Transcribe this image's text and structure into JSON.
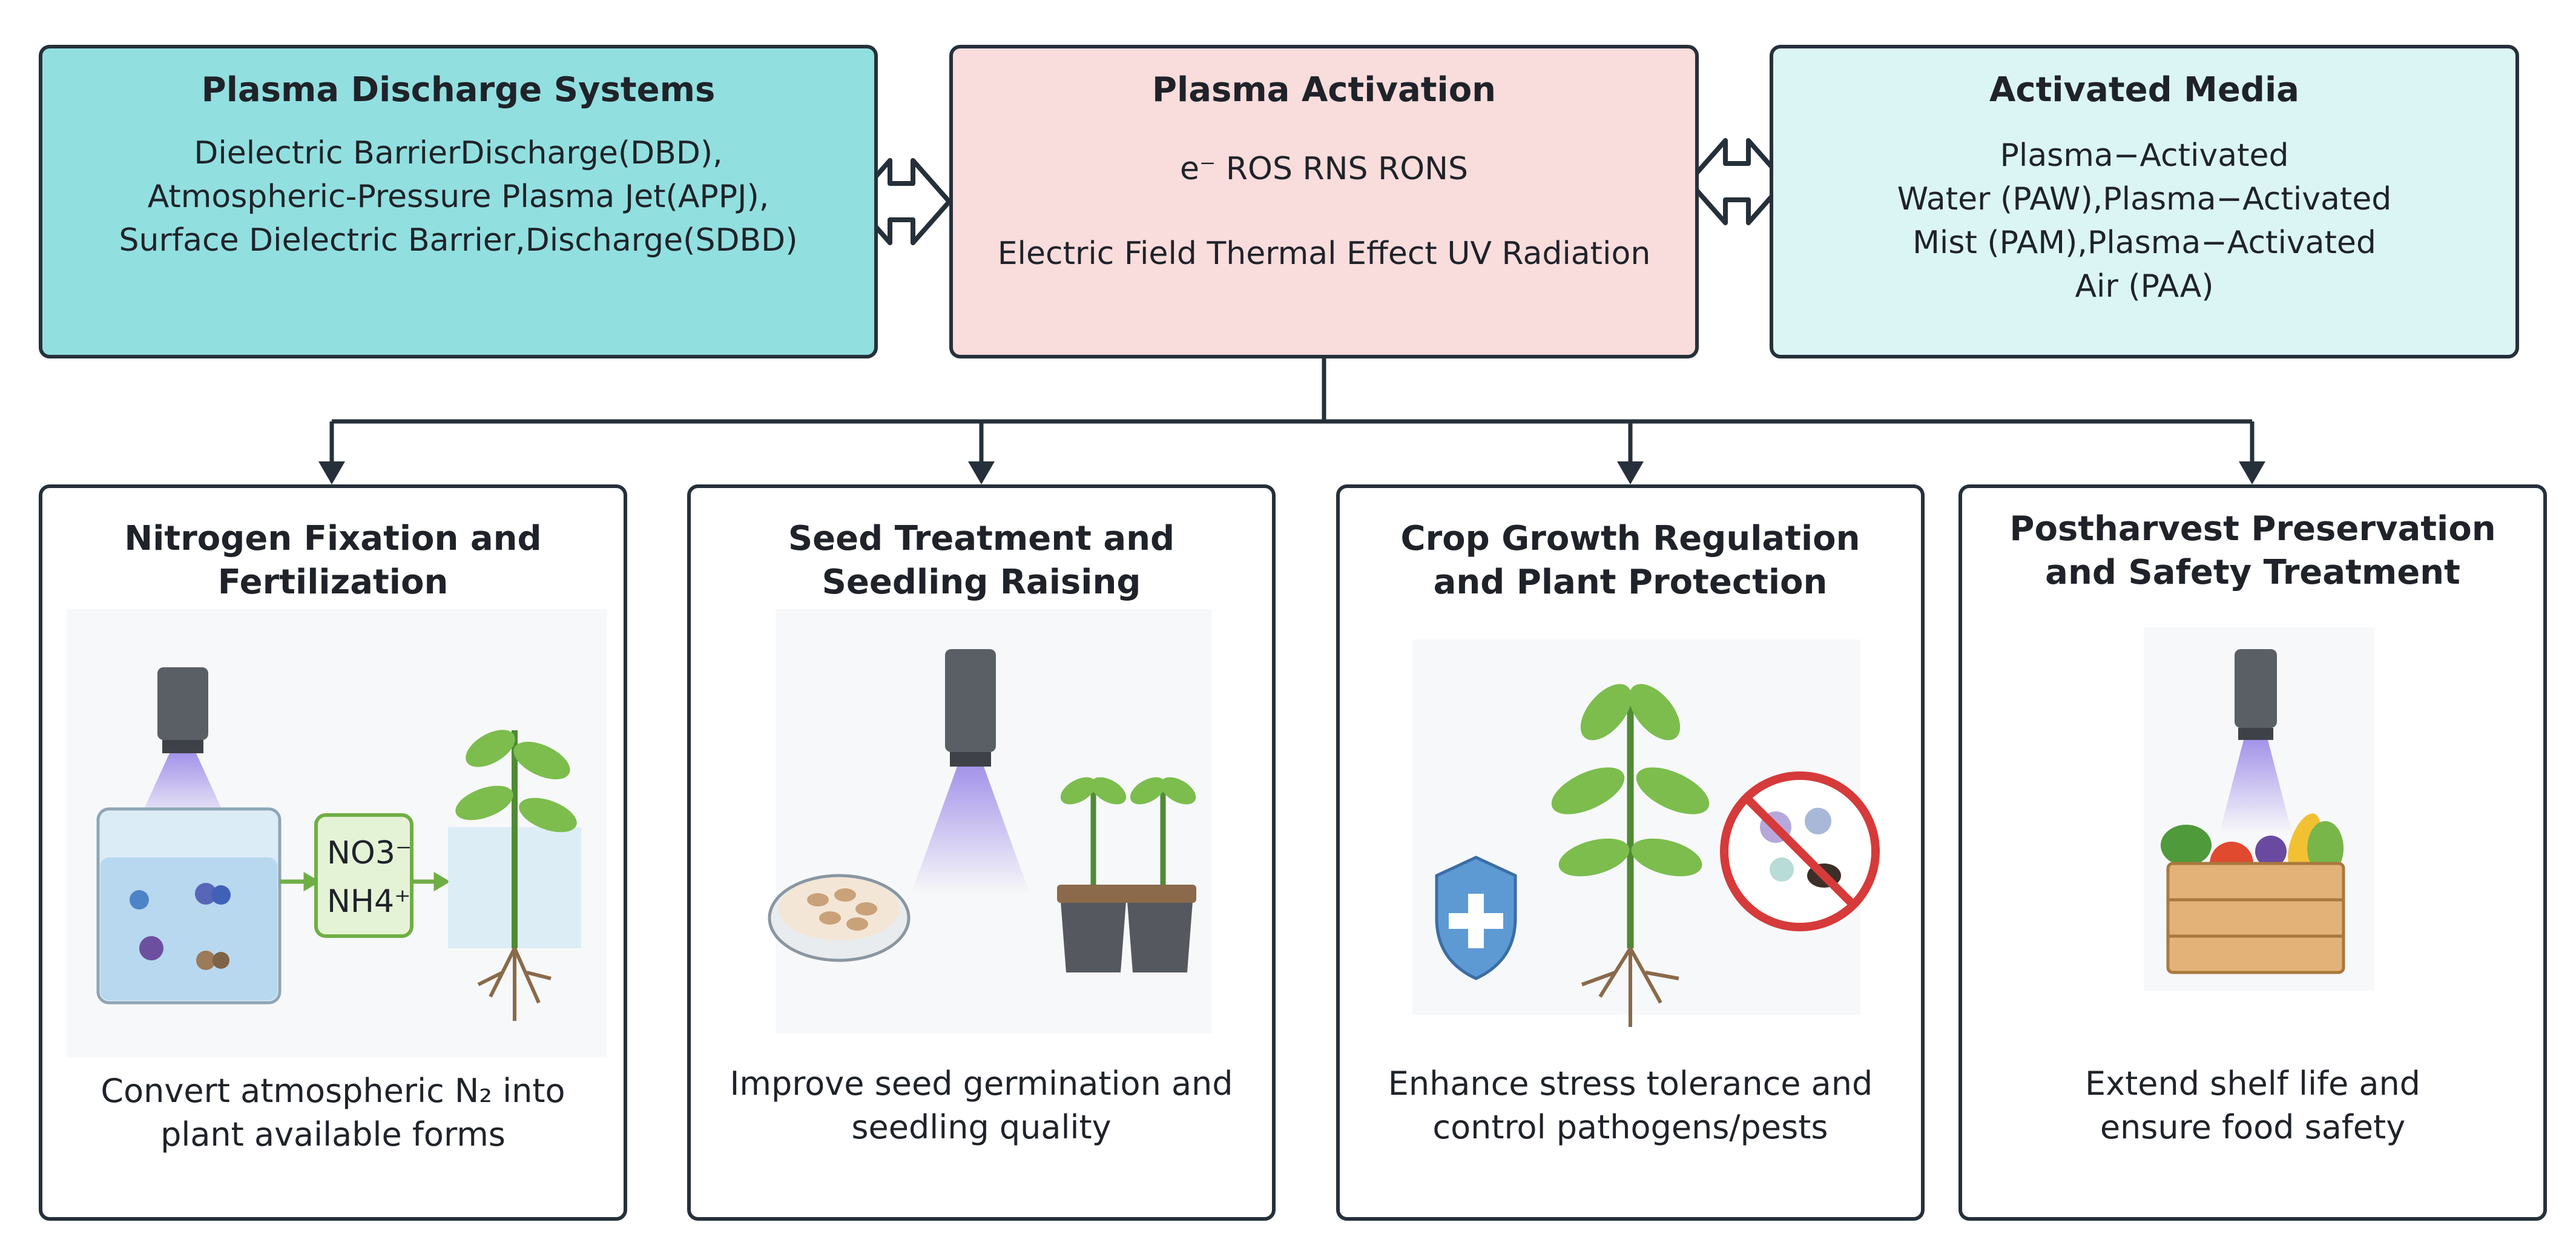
{
  "top_boxes": {
    "systems": {
      "title": "Plasma Discharge Systems",
      "lines": [
        "Dielectric BarrierDischarge(DBD),",
        "Atmospheric-Pressure Plasma Jet(APPJ),",
        "Surface Dielectric Barrier,Discharge(SDBD)"
      ]
    },
    "activation": {
      "title": "Plasma Activation",
      "species": "e⁻  ROS  RNS RONS",
      "effects": "Electric Field Thermal Effect UV Radiation"
    },
    "media": {
      "title": "Activated Media",
      "lines": [
        "Plasma−Activated",
        "Water (PAW),Plasma−Activated",
        "Mist (PAM),Plasma−Activated",
        "Air (PAA)"
      ]
    }
  },
  "applications": [
    {
      "title_lines": [
        "Nitrogen Fixation and",
        "Fertilization"
      ],
      "ion_label_1": "NO3⁻",
      "ion_label_2": "NH4⁺",
      "desc_lines": [
        "Convert atmospheric N₂ into",
        "plant available forms"
      ]
    },
    {
      "title_lines": [
        "Seed Treatment and",
        "Seedling Raising"
      ],
      "desc_lines": [
        "Improve seed germination and",
        "seedling quality"
      ]
    },
    {
      "title_lines": [
        "Crop Growth Regulation",
        "and Plant Protection"
      ],
      "desc_lines": [
        "Enhance stress tolerance and",
        "control pathogens/pests"
      ]
    },
    {
      "title_lines": [
        "Postharvest Preservation",
        "and Safety Treatment"
      ],
      "desc_lines": [
        "Extend shelf life and",
        "ensure food safety"
      ]
    }
  ],
  "icons": [
    "double-arrow-icon",
    "plasma-nozzle-icon",
    "beaker-icon",
    "plant-icon",
    "petri-dish-icon",
    "seedling-pot-icon",
    "shield-icon",
    "no-pests-icon",
    "vegetable-crate-icon"
  ],
  "colors": {
    "systems_fill": "#92dfe0",
    "activation_fill": "#f9dcdc",
    "media_fill": "#dbf5f5",
    "border": "#26303a",
    "plasma_glow": "#9b88e8",
    "leaf": "#6fae45"
  }
}
